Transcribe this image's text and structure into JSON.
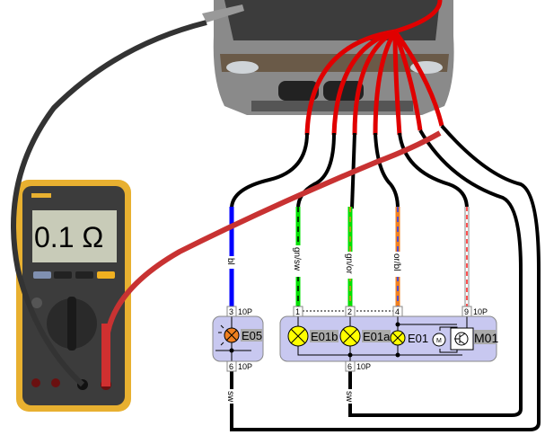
{
  "multimeter": {
    "reading": "0.1 Ω"
  },
  "wires": [
    {
      "label": "bl",
      "colors": [
        "#0000ff"
      ]
    },
    {
      "label": "gn/sw",
      "colors": [
        "#00e000",
        "#000000"
      ]
    },
    {
      "label": "gn/or",
      "colors": [
        "#00e000",
        "#f08020"
      ]
    },
    {
      "label": "or/bl",
      "colors": [
        "#f08020",
        "#2040ff"
      ]
    },
    {
      "label": "",
      "colors": [
        "#ffffff",
        "#ff5050"
      ]
    }
  ],
  "ground_wires": [
    {
      "label": "sw"
    },
    {
      "label": "sw"
    }
  ],
  "connectors": {
    "left_top": {
      "pin": "3",
      "type": "10P"
    },
    "left_bottom": {
      "pin": "6",
      "type": "10P"
    },
    "main_top": [
      {
        "pin": "1"
      },
      {
        "pin": "2"
      },
      {
        "pin": "4"
      },
      {
        "pin": "9",
        "type": "10P"
      }
    ],
    "main_bottom": {
      "pin": "6",
      "type": "10P"
    }
  },
  "components": {
    "e05": "E05",
    "e01b": "E01b",
    "e01a": "E01a",
    "e01": "E01",
    "motor_symbol": "M",
    "m01": "M01"
  },
  "colors": {
    "probe_red": "#c83232",
    "module_fill": "#c8c8f0",
    "lamp_yellow": "#ffff00",
    "lamp_orange": "#f08020"
  }
}
